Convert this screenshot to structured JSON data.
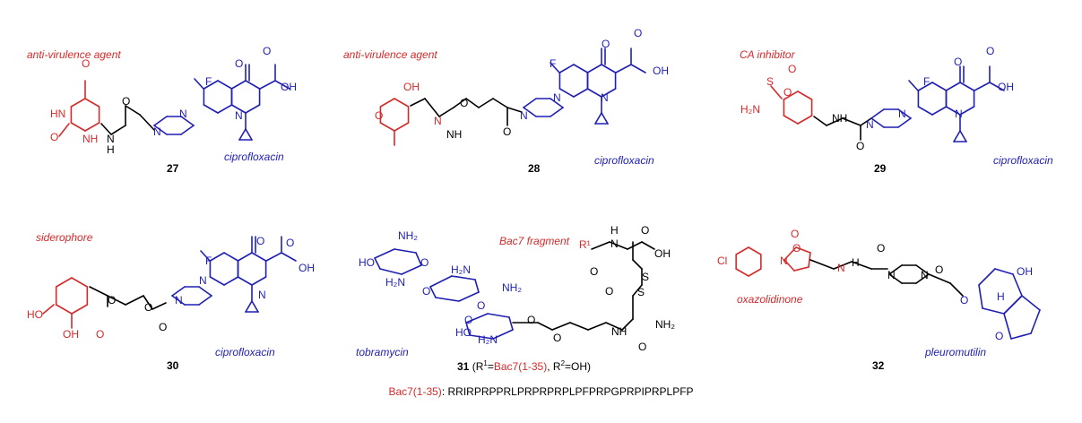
{
  "compounds": [
    {
      "number": "27",
      "left_label": "anti-virulence agent",
      "right_label": "ciprofloxacin"
    },
    {
      "number": "28",
      "left_label": "anti-virulence agent",
      "right_label": "ciprofloxacin"
    },
    {
      "number": "29",
      "left_label": "CA inhibitor",
      "right_label": "ciprofloxacin"
    },
    {
      "number": "30",
      "left_label": "siderophore",
      "right_label": "ciprofloxacin"
    },
    {
      "number": "31",
      "left_label": "Bac7 fragment",
      "right_label": "tobramycin",
      "caption_open": "(R",
      "caption_sup1": "1",
      "caption_eq": "=",
      "caption_red": "Bac7(1-35)",
      "caption_mid": ", R",
      "caption_sup2": "2",
      "caption_close": "=OH)"
    },
    {
      "number": "32",
      "left_label": "oxazolidinone",
      "right_label": "pleuromutilin"
    }
  ],
  "atoms": {
    "O": "O",
    "OH": "OH",
    "F": "F",
    "N": "N",
    "H": "H",
    "HN": "HN",
    "NH": "NH",
    "HO": "HO",
    "H2N": "H₂N",
    "NH2": "NH₂",
    "S": "S",
    "Cl": "Cl",
    "R1": "R¹"
  },
  "sequence": {
    "label": "Bac7(1-35)",
    "separator": ": ",
    "value": "RRIRPRPPRLPRPRPRPLPFPRPGPRPIPRPLPFP"
  },
  "colors": {
    "moiety": "#d52a2a",
    "antibiotic": "#1f1fb4",
    "linker": "#000000"
  }
}
